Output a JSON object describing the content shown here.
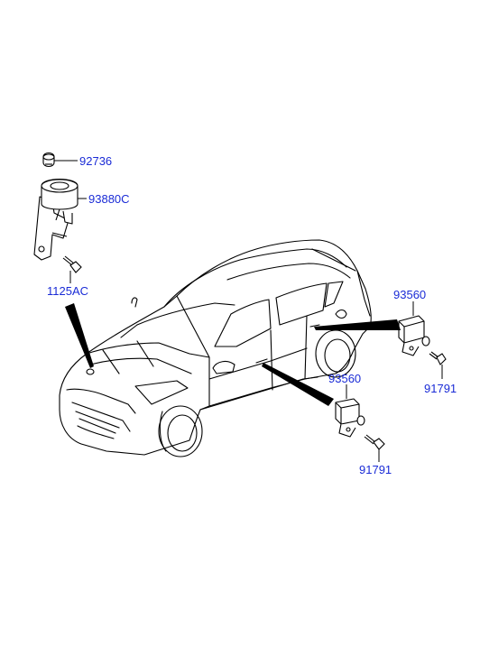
{
  "diagram": {
    "part_labels": {
      "cap": "92736",
      "speaker_assembly": "93880C",
      "speaker_bolt": "1125AC",
      "rear_door_switch": "93560",
      "rear_door_screw": "91791",
      "front_door_switch": "93560",
      "front_door_screw": "91791"
    },
    "colors": {
      "label": "#1a2bd6",
      "line": "#000000",
      "background": "#ffffff"
    }
  }
}
